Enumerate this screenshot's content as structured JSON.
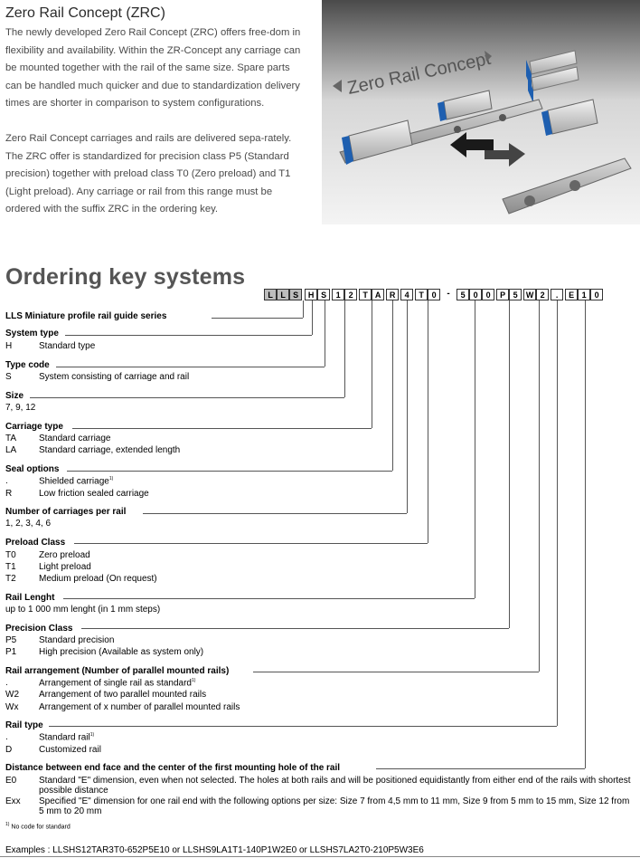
{
  "intro": {
    "title": "Zero Rail Concept (ZRC)",
    "paragraph1": "The newly developed Zero Rail Concept (ZRC) offers free-dom in flexibility and availability. Within the ZR-Concept any carriage can be mounted together with the rail of the same size. Spare parts can be handled much quicker and due to standardization delivery times are shorter in comparison to system configurations.",
    "paragraph2": "Zero Rail Concept carriages and rails are delivered sepa-rately. The ZRC offer is standardized for precision class P5 (Standard precision) together with preload class T0 (Zero preload) and T1 (Light preload). Any carriage or rail from this range must be ordered with the suffix ZRC in the ordering key.",
    "image_text": "Zero Rail Concept"
  },
  "ordering": {
    "title": "Ordering key systems",
    "key_chars": [
      "L",
      "L",
      "S",
      "H",
      "S",
      "1",
      "2",
      "T",
      "A",
      "R",
      "4",
      "T",
      "0",
      "-",
      "5",
      "0",
      "0",
      "P",
      "5",
      "W",
      "2",
      ".",
      "E",
      "1",
      "0"
    ]
  },
  "sections": {
    "series": {
      "head": "LLS Miniature profile rail guide series"
    },
    "system_type": {
      "head": "System type",
      "rows": [
        {
          "code": "H",
          "text": "Standard type"
        }
      ]
    },
    "type_code": {
      "head": "Type code",
      "rows": [
        {
          "code": "S",
          "text": "System consisting of carriage and rail"
        }
      ]
    },
    "size": {
      "head": "Size",
      "rows": [
        {
          "code": "7, 9, 12",
          "text": ""
        }
      ]
    },
    "carriage_type": {
      "head": "Carriage type",
      "rows": [
        {
          "code": "TA",
          "text": "Standard carriage"
        },
        {
          "code": "LA",
          "text": "Standard carriage, extended length"
        }
      ]
    },
    "seal_options": {
      "head": "Seal options",
      "rows": [
        {
          "code": ".",
          "text": "Shielded carriage",
          "sup": "1)"
        },
        {
          "code": "R",
          "text": "Low friction sealed carriage"
        }
      ]
    },
    "carriages_per_rail": {
      "head": "Number of carriages per rail",
      "rows": [
        {
          "code": "1, 2, 3, 4, 6",
          "text": ""
        }
      ]
    },
    "preload_class": {
      "head": "Preload Class",
      "rows": [
        {
          "code": "T0",
          "text": "Zero preload"
        },
        {
          "code": "T1",
          "text": "Light preload"
        },
        {
          "code": "T2",
          "text": "Medium preload (On request)"
        }
      ]
    },
    "rail_length": {
      "head": "Rail Lenght",
      "rows": [
        {
          "code": "up to 1 000 mm lenght (in 1 mm steps)",
          "text": ""
        }
      ]
    },
    "precision_class": {
      "head": "Precision Class",
      "rows": [
        {
          "code": "P5",
          "text": "Standard precision"
        },
        {
          "code": "P1",
          "text": "High precision (Available as system only)"
        }
      ]
    },
    "rail_arrangement": {
      "head": "Rail arrangement (Number of parallel mounted rails)",
      "rows": [
        {
          "code": ".",
          "text": "Arrangement of single rail as standard",
          "sup": "1)"
        },
        {
          "code": "W2",
          "text": "Arrangement of two parallel mounted rails"
        },
        {
          "code": "Wx",
          "text": "Arrangement of x number of parallel mounted rails"
        }
      ]
    },
    "rail_type": {
      "head": "Rail type",
      "rows": [
        {
          "code": ".",
          "text": "Standard rail",
          "sup": "1)"
        },
        {
          "code": "D",
          "text": "Customized rail"
        }
      ]
    },
    "distance": {
      "head": "Distance between end face and the center of the first mounting hole of the rail",
      "rows": [
        {
          "code": "E0",
          "text": "Standard \"E\" dimension, even when not selected. The holes at both rails and will be positioned equidistantly from either end of the rails with shortest possible distance"
        },
        {
          "code": "Exx",
          "text": "Specified \"E\" dimension for one rail end with the following options per size: Size 7 from 4,5 mm to 11 mm, Size 9 from 5 mm to 15 mm, Size 12 from 5 mm to 20 mm"
        }
      ]
    }
  },
  "footnote": {
    "sup": "1)",
    "text": "No code for standard"
  },
  "examples": "Examples : LLSHS12TAR3T0-652P5E10 or LLSHS9LA1T1-140P1W2E0 or LLSHS7LA2T0-210P5W3E6"
}
